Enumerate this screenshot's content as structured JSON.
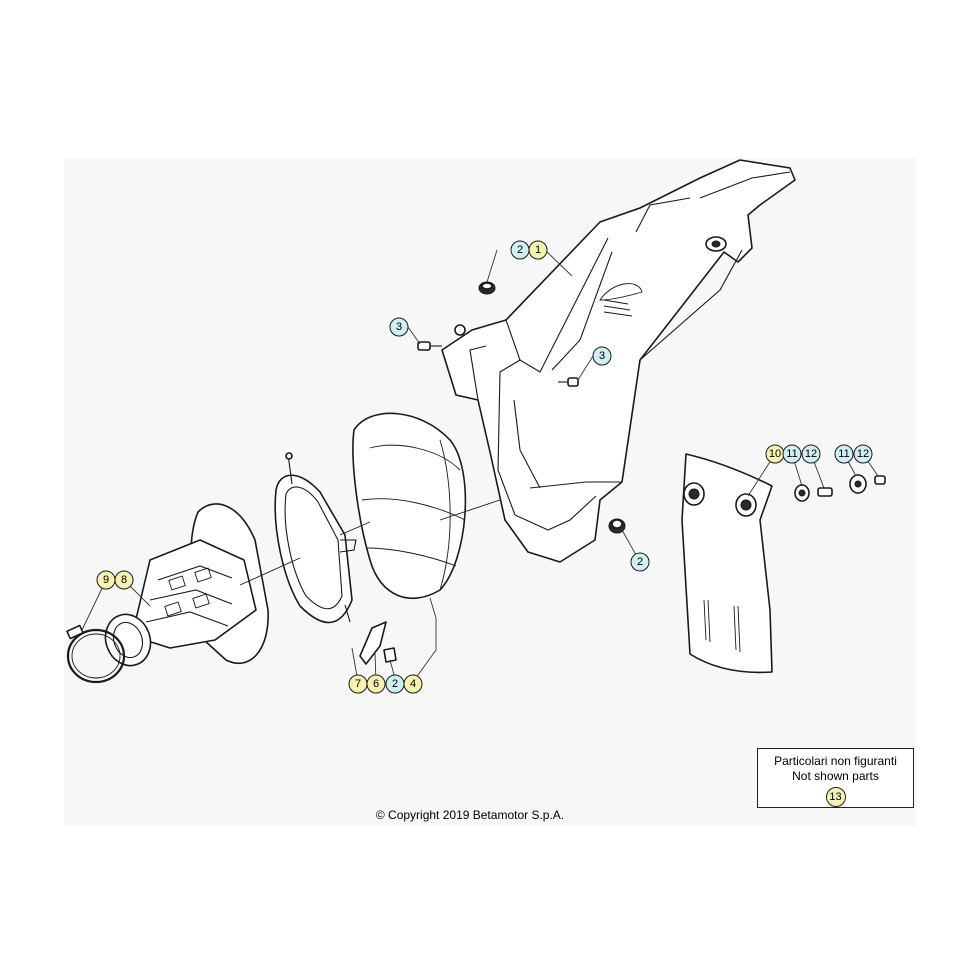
{
  "diagram": {
    "callouts": [
      {
        "id": "c-1",
        "label": "1",
        "color": "#f6f2b0"
      },
      {
        "id": "c-2a",
        "label": "2",
        "color": "#cfeff2"
      },
      {
        "id": "c-3a",
        "label": "3",
        "color": "#cfeff2"
      },
      {
        "id": "c-3b",
        "label": "3",
        "color": "#cfeff2"
      },
      {
        "id": "c-2b",
        "label": "2",
        "color": "#cfeff2"
      },
      {
        "id": "c-10",
        "label": "10",
        "color": "#f6f2b0"
      },
      {
        "id": "c-11a",
        "label": "11",
        "color": "#cfeff2"
      },
      {
        "id": "c-12a",
        "label": "12",
        "color": "#cfeff2"
      },
      {
        "id": "c-11b",
        "label": "11",
        "color": "#cfeff2"
      },
      {
        "id": "c-12b",
        "label": "12",
        "color": "#cfeff2"
      },
      {
        "id": "c-9",
        "label": "9",
        "color": "#f6f2b0"
      },
      {
        "id": "c-8",
        "label": "8",
        "color": "#f6f2b0"
      },
      {
        "id": "c-7",
        "label": "7",
        "color": "#f6f2b0"
      },
      {
        "id": "c-6",
        "label": "6",
        "color": "#f6f2b0"
      },
      {
        "id": "c-2c",
        "label": "2",
        "color": "#cfeff2"
      },
      {
        "id": "c-4",
        "label": "4",
        "color": "#f6f2b0"
      }
    ],
    "legend": {
      "line1": "Particolari non figuranti",
      "line2": "Not shown parts",
      "number": "13",
      "number_color": "#f6f2b0"
    },
    "copyright": "© Copyright 2019 Betamotor S.p.A."
  }
}
